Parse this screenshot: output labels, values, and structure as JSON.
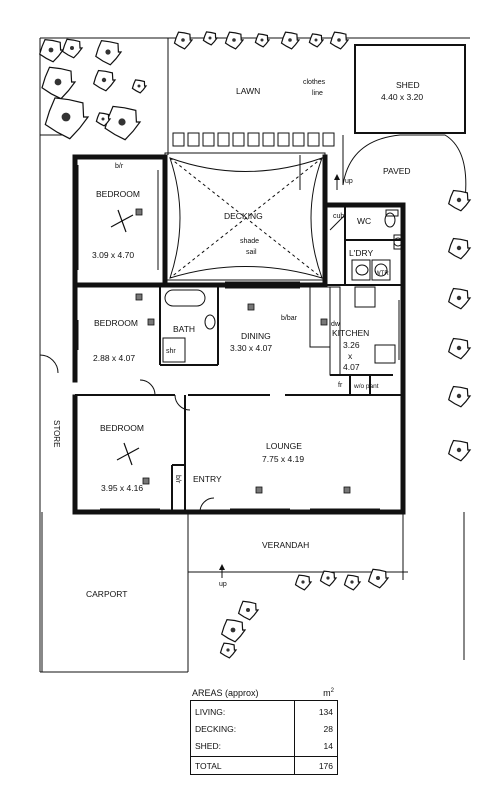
{
  "rooms": {
    "lawn": "LAWN",
    "clothes_line_1": "clothes",
    "clothes_line_2": "line",
    "shed": "SHED",
    "shed_size": "4.40 x 3.20",
    "paved": "PAVED",
    "up_top": "up",
    "bed1": "BEDROOM",
    "bed1_size": "3.09 x 4.70",
    "bir_top": "b/r",
    "decking": "DECKING",
    "shade_1": "shade",
    "shade_2": "sail",
    "cub": "cub",
    "wc": "WC",
    "ldry": "L'DRY",
    "wtr": "WTR",
    "bed2": "BEDROOM",
    "bed2_size": "2.88 x 4.07",
    "bath": "BATH",
    "shr": "shr",
    "dining": "DINING",
    "dining_size": "3.30 x 4.07",
    "bbar": "b/bar",
    "dw": "dw",
    "kitchen": "KITCHEN",
    "kitchen_size_1": "3.26",
    "kitchen_size_2": "x",
    "kitchen_size_3": "4.07",
    "fr": "fr",
    "wo_pant": "w/o pant",
    "bed3": "BEDROOM",
    "bed3_size": "3.95 x 4.16",
    "bir_side": "b/r",
    "store": "STORE",
    "lounge": "LOUNGE",
    "lounge_size": "7.75 x 4.19",
    "entry": "ENTRY",
    "verandah": "VERANDAH",
    "up_bottom": "up",
    "carport": "CARPORT"
  },
  "areas": {
    "title": "AREAS (approx)",
    "unit": "m",
    "unit_sup": "2",
    "rows": [
      {
        "label": "LIVING:",
        "value": "134"
      },
      {
        "label": "DECKING:",
        "value": "28"
      },
      {
        "label": "SHED:",
        "value": "14"
      }
    ],
    "total_label": "TOTAL",
    "total_value": "176"
  }
}
